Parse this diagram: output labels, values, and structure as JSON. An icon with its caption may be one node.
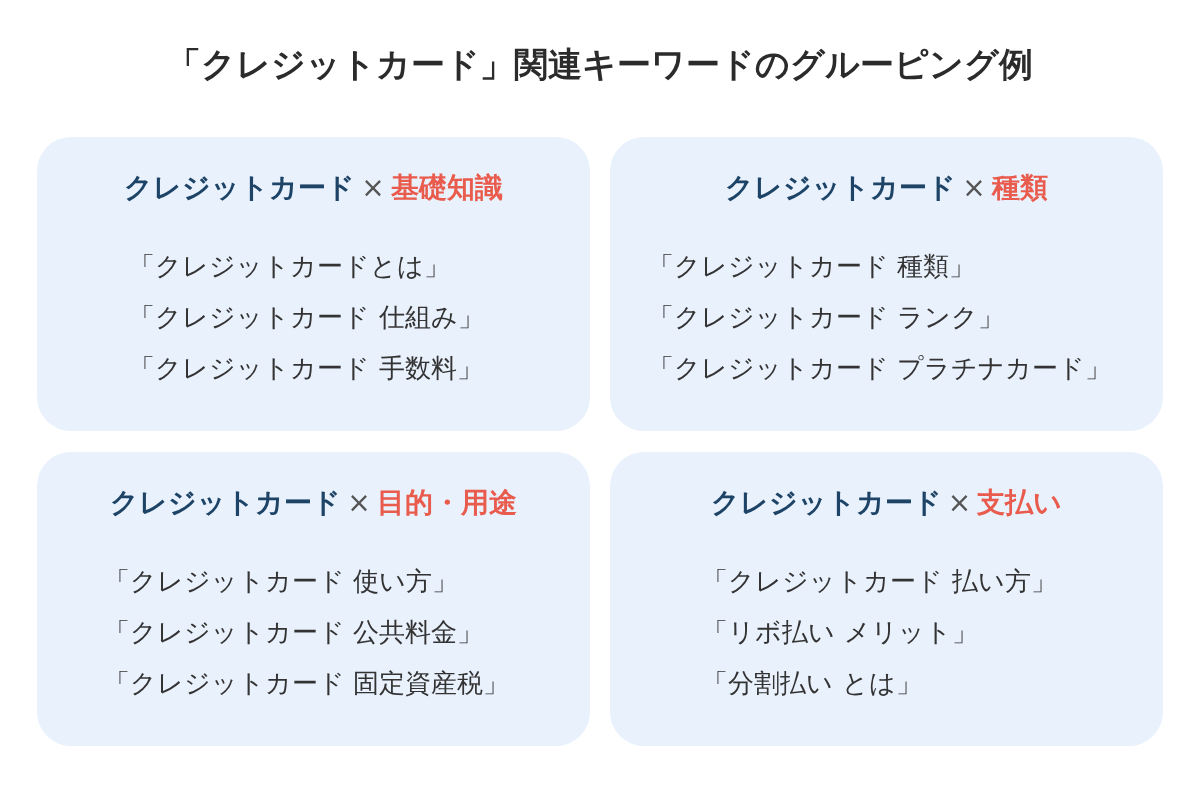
{
  "diagram": {
    "title": "「クレジットカード」関連キーワードのグルーピング例",
    "nodes": [
      {
        "text": [
          "クレジットカード",
          "×",
          "基礎知識",
          "「クレジットカードとは」",
          "「クレジットカード 仕組み」",
          "「クレジットカード 手数料」"
        ]
      },
      {
        "text": [
          "クレジットカード",
          "×",
          "種類",
          "「クレジットカード 種類」",
          "「クレジットカード ランク」",
          "「クレジットカード プラチナカード」"
        ]
      },
      {
        "text": [
          "クレジットカード",
          "×",
          "目的・用途",
          "「クレジットカード 使い方」",
          "「クレジットカード 公共料金」",
          "「クレジットカード 固定資産税」"
        ]
      },
      {
        "text": [
          "クレジットカード",
          "×",
          "支払い",
          "「クレジットカード 払い方」",
          "「リボ払い メリット」",
          "「分割払い とは」"
        ]
      }
    ],
    "edges": []
  }
}
